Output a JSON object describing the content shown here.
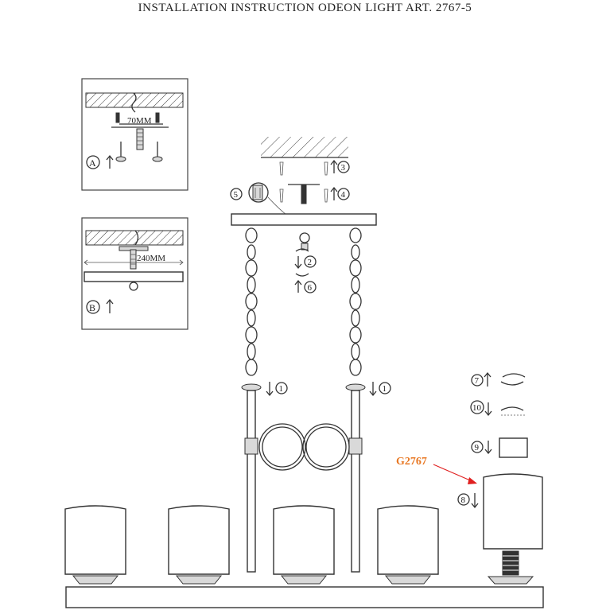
{
  "title": "INSTALLATION INSTRUCTION ODEON LIGHT ART. 2767-5",
  "panel_a": {
    "letter": "A",
    "dimension": "70MM"
  },
  "panel_b": {
    "letter": "B",
    "dimension": "240MM"
  },
  "steps": {
    "s1": "1",
    "s2": "2",
    "s3": "3",
    "s4": "4",
    "s5": "5",
    "s6": "6",
    "s7": "7",
    "s8": "8",
    "s9": "9",
    "s10": "10"
  },
  "part_code": "G2767",
  "colors": {
    "line": "#333333",
    "part_code": "#e87722",
    "pointer": "#e02020"
  }
}
